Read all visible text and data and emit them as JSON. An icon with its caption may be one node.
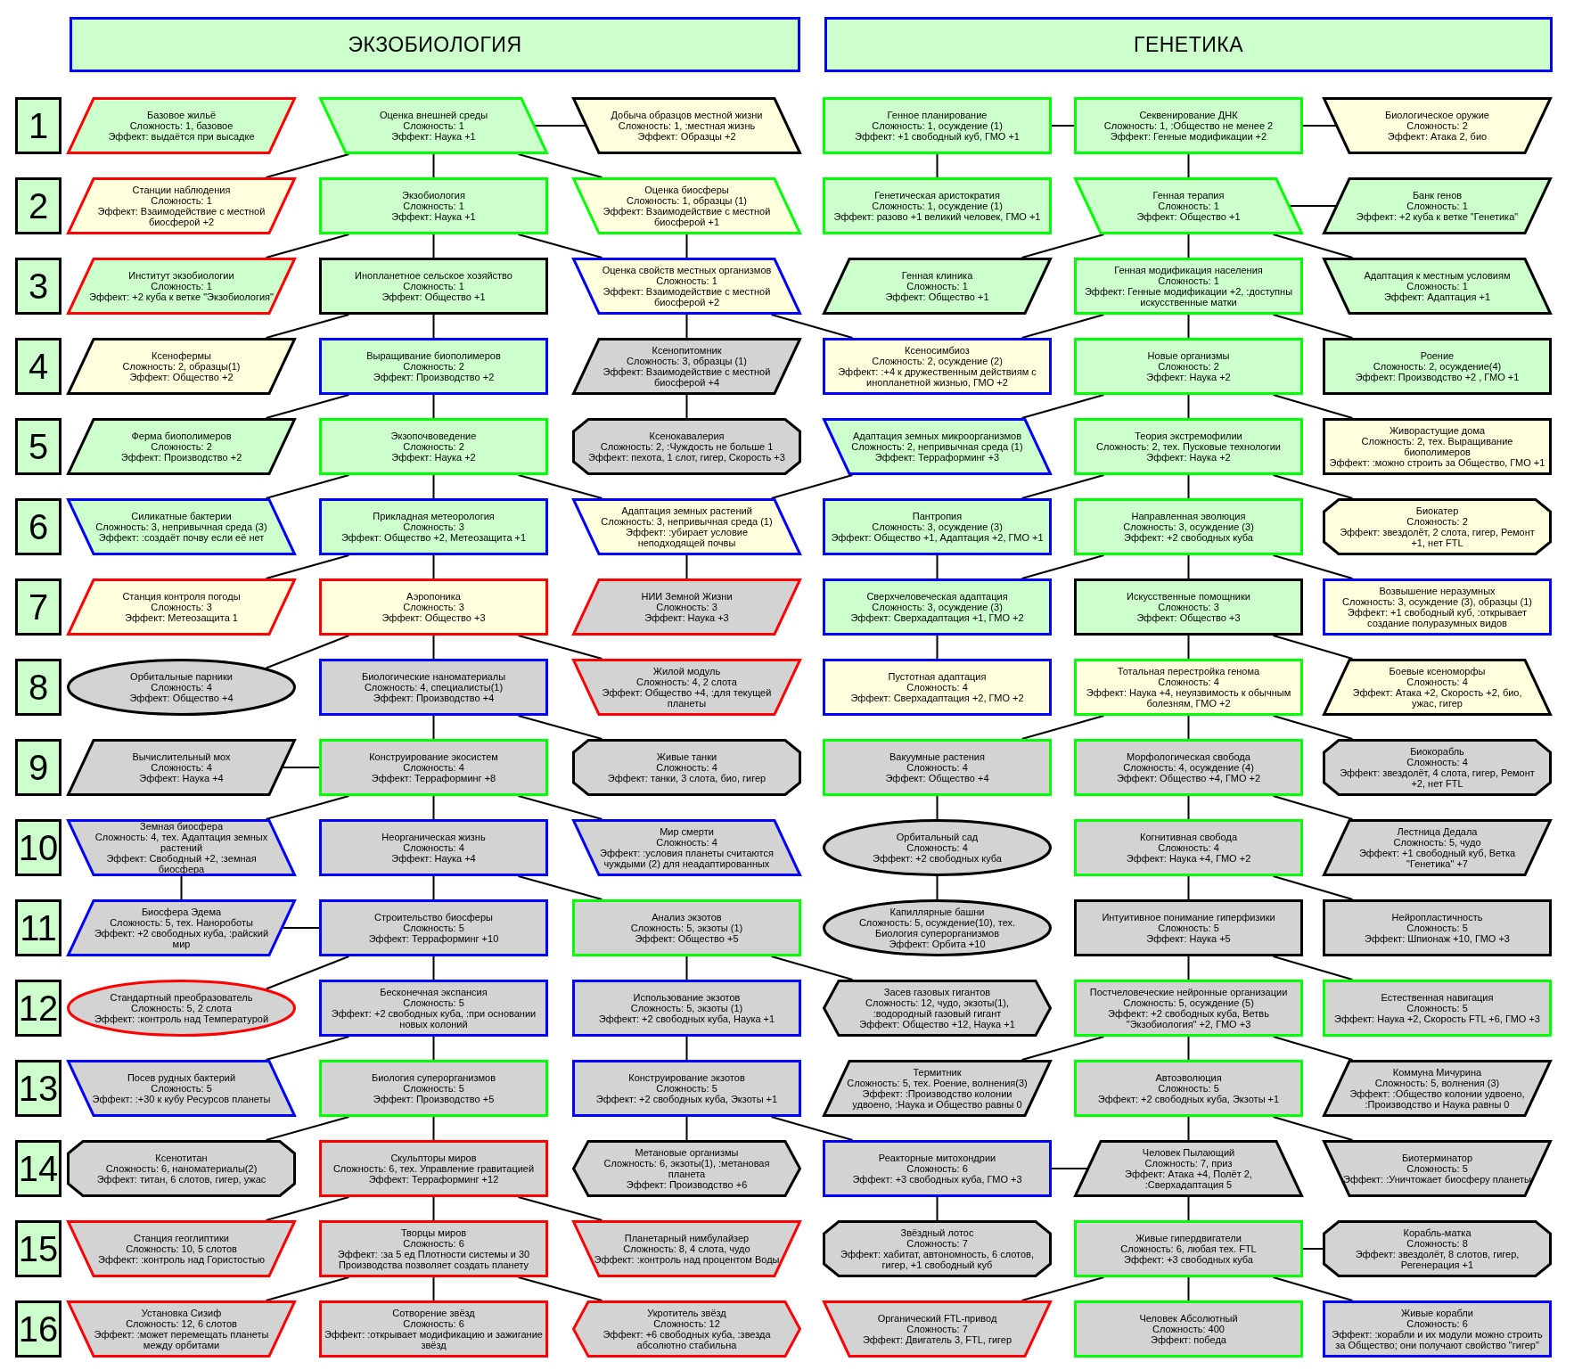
{
  "diagram": {
    "nodes": [
      {
        "text": [
          "ЭКЗОБИОЛОГИЯ"
        ]
      },
      {
        "text": [
          "ГЕНЕТИКА"
        ]
      },
      {
        "text": [
          "1"
        ]
      },
      {
        "text": [
          "2"
        ]
      },
      {
        "text": [
          "3"
        ]
      },
      {
        "text": [
          "4"
        ]
      },
      {
        "text": [
          "5"
        ]
      },
      {
        "text": [
          "6"
        ]
      },
      {
        "text": [
          "7"
        ]
      },
      {
        "text": [
          "8"
        ]
      },
      {
        "text": [
          "9"
        ]
      },
      {
        "text": [
          "10"
        ]
      },
      {
        "text": [
          "11"
        ]
      },
      {
        "text": [
          "12"
        ]
      },
      {
        "text": [
          "13"
        ]
      },
      {
        "text": [
          "14"
        ]
      },
      {
        "text": [
          "15"
        ]
      },
      {
        "text": [
          "16"
        ]
      },
      {
        "text": [
          "Базовое жильё",
          "Сложность: 1, базовое",
          "Эффект: выдаётся при высадке"
        ]
      },
      {
        "text": [
          "Оценка внешней среды",
          "Сложность: 1",
          "Эффект: Наука +1"
        ]
      },
      {
        "text": [
          "Добыча образцов местной жизни",
          "Сложность: 1, :местная жизнь",
          "Эффект: Образцы +2"
        ]
      },
      {
        "text": [
          "Генное планирование",
          "Сложность: 1, осуждение (1)",
          "Эффект: +1 свободный куб, ГМО +1"
        ]
      },
      {
        "text": [
          "Секвенирование ДНК",
          "Сложность: 1, :Общество не менее 2",
          "Эффект: Генные модификации +2"
        ]
      },
      {
        "text": [
          "Биологическое оружие",
          "Сложность: 2",
          "Эффект: Атака 2, био"
        ]
      },
      {
        "text": [
          "Станции наблюдения",
          "Сложность: 1",
          "Эффект: Взаимодействие с местной биосферой +2"
        ]
      },
      {
        "text": [
          "Экзобиология",
          "Сложность: 1",
          "Эффект: Наука +1"
        ]
      },
      {
        "text": [
          "Оценка биосферы",
          "Сложность: 1, образцы (1)",
          "Эффект: Взаимодействие с местной биосферой +1"
        ]
      },
      {
        "text": [
          "Генетическая аристократия",
          "Сложность: 1, осуждение (1)",
          "Эффект: разово +1 великий человек, ГМО +1"
        ]
      },
      {
        "text": [
          "Генная терапия",
          "Сложность: 1",
          "Эффект: Общество +1"
        ]
      },
      {
        "text": [
          "Банк генов",
          "Сложность: 1",
          "Эффект: +2 куба к ветке \"Генетика\""
        ]
      },
      {
        "text": [
          "Институт экзобиологии",
          "Сложность: 1",
          "Эффект: +2 куба к ветке \"Экзобиология\""
        ]
      },
      {
        "text": [
          "Инопланетное сельское хозяйство",
          "Сложность: 1",
          "Эффект: Общество +1"
        ]
      },
      {
        "text": [
          "Оценка свойств местных организмов",
          "Сложность: 1",
          "Эффект: Взаимодействие с местной биосферой +2"
        ]
      },
      {
        "text": [
          "Генная клиника",
          "Сложность: 1",
          "Эффект: Общество +1"
        ]
      },
      {
        "text": [
          "Генная модификация населения",
          "Сложность: 1",
          "Эффект: Генные модификации +2, :доступны искусственные матки"
        ]
      },
      {
        "text": [
          "Адаптация к местным условиям",
          "Сложность: 1",
          "Эффект: Адаптация +1"
        ]
      },
      {
        "text": [
          "Ксенофермы",
          "Сложность: 2, образцы(1)",
          "Эффект: Общество +2"
        ]
      },
      {
        "text": [
          "Выращивание биополимеров",
          "Сложность: 2",
          "Эффект: Производство +2"
        ]
      },
      {
        "text": [
          "Ксенопитомник",
          "Сложность: 3, образцы (1)",
          "Эффект: Взаимодействие с местной биосферой +4"
        ]
      },
      {
        "text": [
          "Ксеносимбиоз",
          "Сложность: 2, осуждение (2)",
          "Эффект: :+4 к дружественным действиям с инопланетной жизнью, ГМО +2"
        ]
      },
      {
        "text": [
          "Новые организмы",
          "Сложность: 2",
          "Эффект: Наука +2"
        ]
      },
      {
        "text": [
          "Роение",
          "Сложность: 2, осуждение(4)",
          "Эффект: Производство +2 , ГМО +1"
        ]
      },
      {
        "text": [
          "Ферма биополимеров",
          "Сложность: 2",
          "Эффект: Производство +2"
        ]
      },
      {
        "text": [
          "Экзопочвоведение",
          "Сложность: 2",
          "Эффект: Наука +2"
        ]
      },
      {
        "text": [
          "Ксенокавалерия",
          "Сложность: 2, :Чуждость не больше 1",
          "Эффект: пехота, 1 слот, гигер, Скорость +3"
        ]
      },
      {
        "text": [
          "Адаптация земных микроорганизмов",
          "Сложность: 2, непривычная среда (1)",
          "Эффект: Терраформинг +3"
        ]
      },
      {
        "text": [
          "Теория экстремофилии",
          "Сложность: 2, тех. Пусковые технологии",
          "Эффект: Наука +2"
        ]
      },
      {
        "text": [
          "Живорастущие дома",
          "Сложность: 2, тех. Выращивание биополимеров",
          "Эффект: :можно строить за Общество, ГМО +1"
        ]
      },
      {
        "text": [
          "Силикатные бактерии",
          "Сложность: 3, непривычная среда (3)",
          "Эффект: :создаёт почву если её нет"
        ]
      },
      {
        "text": [
          "Прикладная метеорология",
          "Сложность: 3",
          "Эффект: Общество +2, Метеозащита +1"
        ]
      },
      {
        "text": [
          "Адаптация земных растений",
          "Сложность: 3, непривычная среда (1)",
          "Эффект: :убирает условие неподходящей почвы"
        ]
      },
      {
        "text": [
          "Пантропия",
          "Сложность: 3, осуждение (3)",
          "Эффект: Общество +1, Адаптация +2, ГМО +1"
        ]
      },
      {
        "text": [
          "Направленная эволюция",
          "Сложность: 3, осуждение (3)",
          "Эффект: +2 свободных куба"
        ]
      },
      {
        "text": [
          "Биокатер",
          "Сложность: 2",
          "Эффект: звездолёт, 2 слота, гигер, Ремонт +1, нет FTL"
        ]
      },
      {
        "text": [
          "Станция контроля погоды",
          "Сложность: 3",
          "Эффект: Метеозащита 1"
        ]
      },
      {
        "text": [
          "Аэропоника",
          "Сложность: 3",
          "Эффект: Общество +3"
        ]
      },
      {
        "text": [
          "НИИ Земной Жизни",
          "Сложность: 3",
          "Эффект: Наука +3"
        ]
      },
      {
        "text": [
          "Сверхчеловеческая адаптация",
          "Сложность: 3, осуждение (3)",
          "Эффект: Сверхадаптация +1, ГМО +2"
        ]
      },
      {
        "text": [
          "Искусственные помощники",
          "Сложность: 3",
          "Эффект: Общество +3"
        ]
      },
      {
        "text": [
          "Возвышение неразумных",
          "Сложность: 3, осуждение (3), образцы (1)",
          "Эффект: +1 свободный куб, :открывает создание полуразумных видов"
        ]
      },
      {
        "text": [
          "Орбитальные парники",
          "Сложность: 4",
          "Эффект: Общество +4"
        ]
      },
      {
        "text": [
          "Биологические наноматериалы",
          "Сложность: 4, специалисты(1)",
          "Эффект: Производство +4"
        ]
      },
      {
        "text": [
          "Жилой модуль",
          "Сложность: 4, 2 слота",
          "Эффект: Общество +4, :для текущей планеты"
        ]
      },
      {
        "text": [
          "Пустотная адаптация",
          "Сложность: 4",
          "Эффект: Сверхадаптация +2, ГМО +2"
        ]
      },
      {
        "text": [
          "Тотальная перестройка генома",
          "Сложность: 4",
          "Эффект: Наука +4, неуязвимость к обычным болезням, ГМО +2"
        ]
      },
      {
        "text": [
          "Боевые ксеноморфы",
          "Сложность: 4",
          "Эффект: Атака +2, Скорость +2, био, ужас, гигер"
        ]
      },
      {
        "text": [
          "Вычислительный мох",
          "Сложность: 4",
          "Эффект: Наука +4"
        ]
      },
      {
        "text": [
          "Конструирование экосистем",
          "Сложность: 4",
          "Эффект: Терраформинг +8"
        ]
      },
      {
        "text": [
          "Живые танки",
          "Сложность: 4",
          "Эффект: танки, 3 слота, био, гигер"
        ]
      },
      {
        "text": [
          "Вакуумные растения",
          "Сложность: 4",
          "Эффект: Общество +4"
        ]
      },
      {
        "text": [
          "Морфологическая свобода",
          "Сложность: 4, осуждение (4)",
          "Эффект: Общество +4, ГМО +2"
        ]
      },
      {
        "text": [
          "Биокорабль",
          "Сложность: 4",
          "Эффект: звездолёт, 4 слота, гигер, Ремонт +2, нет FTL"
        ]
      },
      {
        "text": [
          "Земная биосфера",
          "Сложность: 4, тех. Адаптация земных растений",
          "Эффект: Свободный +2, :земная биосфера"
        ]
      },
      {
        "text": [
          "Неорганическая жизнь",
          "Сложность: 4",
          "Эффект: Наука +4"
        ]
      },
      {
        "text": [
          "Мир смерти",
          "Сложность: 4",
          "Эффект: :условия планеты считаются чуждыми (2) для неадаптированных"
        ]
      },
      {
        "text": [
          "Орбитальный сад",
          "Сложность: 4",
          "Эффект: +2 свободных куба"
        ]
      },
      {
        "text": [
          "Когнитивная свобода",
          "Сложность: 4",
          "Эффект: Наука +4, ГМО +2"
        ]
      },
      {
        "text": [
          "Лестница Дедала",
          "Сложность: 5, чудо",
          "Эффект: +1 свободный куб, Ветка \"Генетика\" +7"
        ]
      },
      {
        "text": [
          "Биосфера Эдема",
          "Сложность: 5, тех. Нанороботы",
          "Эффект: +2 свободных куба, :райский мир"
        ]
      },
      {
        "text": [
          "Строительство биосферы",
          "Сложность: 5",
          "Эффект: Терраформинг +10"
        ]
      },
      {
        "text": [
          "Анализ экзотов",
          "Сложность: 5, экзоты (1)",
          "Эффект: Общество +5"
        ]
      },
      {
        "text": [
          "Капиллярные башни",
          "Сложность: 5, осуждение(10), тех. Биология суперорганизмов",
          "Эффект: Орбита +10"
        ]
      },
      {
        "text": [
          "Интуитивное понимание гиперфизики",
          "Сложность: 5",
          "Эффект: Наука +5"
        ]
      },
      {
        "text": [
          "Нейропластичность",
          "Сложность: 5",
          "Эффект: Шпионаж +10, ГМО +3"
        ]
      },
      {
        "text": [
          "Стандартный преобразователь",
          "Сложность: 5, 2 слота",
          "Эффект: :контроль над Температурой"
        ]
      },
      {
        "text": [
          "Бесконечная экспансия",
          "Сложность: 5",
          "Эффект: +2 свободных куба, :при основании новых колоний"
        ]
      },
      {
        "text": [
          "Использование экзотов",
          "Сложность: 5, экзоты (1)",
          "Эффект: +2 свободных куба, Наука +1"
        ]
      },
      {
        "text": [
          "Засев газовых гигантов",
          "Сложность: 12, чудо, экзоты(1), :водородный газовый гигант",
          "Эффект: Общество +12, Наука +1"
        ]
      },
      {
        "text": [
          "Постчеловеческие нейронные организации",
          "Сложность: 5, осуждение (5)",
          "Эффект: +2 свободных куба, Ветвь \"Экзобиология\" +2, ГМО +3"
        ]
      },
      {
        "text": [
          "Естественная навигация",
          "Сложность: 5",
          "Эффект: Наука +2, Скорость FTL +6, ГМО +3"
        ]
      },
      {
        "text": [
          "Посев рудных бактерий",
          "Сложность: 5",
          "Эффект: :+30 к кубу Ресурсов планеты"
        ]
      },
      {
        "text": [
          "Биология суперорганизмов",
          "Сложность: 5",
          "Эффект: Производство +5"
        ]
      },
      {
        "text": [
          "Конструирование экзотов",
          "Сложность: 5",
          "Эффект: +2 свободных куба, Экзоты +1"
        ]
      },
      {
        "text": [
          "Термитник",
          "Сложность: 5, тех. Роение, волнения(3)",
          "Эффект: :Производство колонии удвоено, :Наука и Общество равны 0"
        ]
      },
      {
        "text": [
          "Автоэволюция",
          "Сложность: 5",
          "Эффект: +2 свободных куба, Экзоты +1"
        ]
      },
      {
        "text": [
          "Коммуна Мичурина",
          "Сложность: 5, волнения (3)",
          "Эффект: :Общество колонии удвоено, :Производство и Наука равны 0"
        ]
      },
      {
        "text": [
          "Ксенотитан",
          "Сложность: 6, наноматериалы(2)",
          "Эффект: титан, 6 слотов, гигер, ужас"
        ]
      },
      {
        "text": [
          "Скульпторы миров",
          "Сложность: 6, тех. Управление гравитацией",
          "Эффект: Терраформинг +12"
        ]
      },
      {
        "text": [
          "Метановые организмы",
          "Сложность: 6, экзоты(1), :метановая планета",
          "Эффект: Производство +6"
        ]
      },
      {
        "text": [
          "Реакторные митохондрии",
          "Сложность: 6",
          "Эффект: +3 свободных куба, ГМО +3"
        ]
      },
      {
        "text": [
          "Человек Пылающий",
          "Сложность: 7, приз",
          "Эффект: Атака +4, Полёт 2, :Сверхадаптация 5"
        ]
      },
      {
        "text": [
          "Биотерминатор",
          "Сложность: 5",
          "Эффект: :Уничтожает биосферу планеты"
        ]
      },
      {
        "text": [
          "Станция геоглиптики",
          "Сложность: 10, 5 слотов",
          "Эффект: :контроль над Гористостью"
        ]
      },
      {
        "text": [
          "Творцы миров",
          "Сложность: 6",
          "Эффект: :за 5 ед Плотности системы и 30 Производства позволяет создать планету"
        ]
      },
      {
        "text": [
          "Планетарный нимбулайзер",
          "Сложность: 8, 4 слота, чудо",
          "Эффект: :контроль над процентом Воды"
        ]
      },
      {
        "text": [
          "Звёздный лотос",
          "Сложность: 7",
          "Эффект: хабитат, автономность, 6 слотов, гигер, +1 свободный куб"
        ]
      },
      {
        "text": [
          "Живые гипердвигатели",
          "Сложность: 6, любая тех. FTL",
          "Эффект: +3 свободных куба"
        ]
      },
      {
        "text": [
          "Корабль-матка",
          "Сложность: 8",
          "Эффект: звездолёт, 8 слотов, гигер, Регенерация +1"
        ]
      },
      {
        "text": [
          "Установка Сизиф",
          "Сложность: 12, 6 слотов",
          "Эффект: :может перемещать планеты между орбитами"
        ]
      },
      {
        "text": [
          "Сотворение звёзд",
          "Сложность: 6",
          "Эффект: :открывает модификацию и зажигание звёзд"
        ]
      },
      {
        "text": [
          "Укротитель звёзд",
          "Сложность: 12",
          "Эффект: +6 свободных куба, :звезда абсолютно стабильна"
        ]
      },
      {
        "text": [
          "Органический FTL-привод",
          "Сложность: 7",
          "Эффект: Двигатель 3, FTL, гигер"
        ]
      },
      {
        "text": [
          "Человек Абсолютный",
          "Сложность: 400",
          "Эффект: победа"
        ]
      },
      {
        "text": [
          "Живые корабли",
          "Сложность: 6",
          "Эффект: :корабли и их модули можно строить за Общество; они получают свойство \"гигер\""
        ]
      }
    ],
    "edges": [
      {
        "from": 19,
        "to": 20,
        "arrow": "none"
      },
      {
        "from": 21,
        "to": 22,
        "arrow": "none"
      },
      {
        "from": 22,
        "to": 23,
        "arrow": "none"
      },
      {
        "from": 19,
        "to": 24,
        "arrow": "none"
      },
      {
        "from": 19,
        "to": 25,
        "arrow": "none"
      },
      {
        "from": 19,
        "to": 26,
        "arrow": "none"
      },
      {
        "from": 21,
        "to": 27,
        "arrow": "none"
      },
      {
        "from": 22,
        "to": 28,
        "arrow": "none"
      },
      {
        "from": 28,
        "to": 29,
        "arrow": "none"
      },
      {
        "from": 25,
        "to": 30,
        "arrow": "none"
      },
      {
        "from": 25,
        "to": 31,
        "arrow": "none"
      },
      {
        "from": 25,
        "to": 32,
        "arrow": "none"
      },
      {
        "from": 26,
        "to": 32,
        "arrow": "none"
      },
      {
        "from": 28,
        "to": 33,
        "arrow": "none"
      },
      {
        "from": 28,
        "to": 34,
        "arrow": "none"
      },
      {
        "from": 28,
        "to": 35,
        "arrow": "none"
      },
      {
        "from": 31,
        "to": 36,
        "arrow": "none"
      },
      {
        "from": 31,
        "to": 37,
        "arrow": "none"
      },
      {
        "from": 32,
        "to": 38,
        "arrow": "none"
      },
      {
        "from": 32,
        "to": 39,
        "arrow": "none"
      },
      {
        "from": 34,
        "to": 39,
        "arrow": "none"
      },
      {
        "from": 34,
        "to": 40,
        "arrow": "none"
      },
      {
        "from": 34,
        "to": 41,
        "arrow": "none"
      },
      {
        "from": 37,
        "to": 42,
        "arrow": "none"
      },
      {
        "from": 37,
        "to": 43,
        "arrow": "none"
      },
      {
        "from": 38,
        "to": 44,
        "arrow": "none"
      },
      {
        "from": 40,
        "to": 45,
        "arrow": "none"
      },
      {
        "from": 40,
        "to": 46,
        "arrow": "none"
      },
      {
        "from": 40,
        "to": 47,
        "arrow": "none"
      },
      {
        "from": 43,
        "to": 48,
        "arrow": "none"
      },
      {
        "from": 43,
        "to": 49,
        "arrow": "none"
      },
      {
        "from": 43,
        "to": 50,
        "arrow": "none"
      },
      {
        "from": 45,
        "to": 50,
        "arrow": "none"
      },
      {
        "from": 46,
        "to": 51,
        "arrow": "none"
      },
      {
        "from": 46,
        "to": 52,
        "arrow": "none"
      },
      {
        "from": 46,
        "to": 53,
        "arrow": "none"
      },
      {
        "from": 49,
        "to": 54,
        "arrow": "none"
      },
      {
        "from": 49,
        "to": 55,
        "arrow": "none"
      },
      {
        "from": 50,
        "to": 56,
        "arrow": "none"
      },
      {
        "from": 51,
        "to": 57,
        "arrow": "none"
      },
      {
        "from": 52,
        "to": 57,
        "arrow": "none"
      },
      {
        "from": 52,
        "to": 58,
        "arrow": "none"
      },
      {
        "from": 52,
        "to": 59,
        "arrow": "none"
      },
      {
        "from": 55,
        "to": 60,
        "arrow": "none"
      },
      {
        "from": 55,
        "to": 61,
        "arrow": "none"
      },
      {
        "from": 55,
        "to": 62,
        "arrow": "none"
      },
      {
        "from": 57,
        "to": 63,
        "arrow": "none"
      },
      {
        "from": 58,
        "to": 64,
        "arrow": "none"
      },
      {
        "from": 58,
        "to": 65,
        "arrow": "none"
      },
      {
        "from": 61,
        "to": 67,
        "arrow": "none"
      },
      {
        "from": 61,
        "to": 68,
        "arrow": "none"
      },
      {
        "from": 66,
        "to": 67,
        "arrow": "none"
      },
      {
        "from": 64,
        "to": 69,
        "arrow": "none"
      },
      {
        "from": 64,
        "to": 70,
        "arrow": "none"
      },
      {
        "from": 64,
        "to": 71,
        "arrow": "none"
      },
      {
        "from": 67,
        "to": 72,
        "arrow": "none"
      },
      {
        "from": 67,
        "to": 73,
        "arrow": "none"
      },
      {
        "from": 67,
        "to": 74,
        "arrow": "none"
      },
      {
        "from": 69,
        "to": 75,
        "arrow": "none"
      },
      {
        "from": 70,
        "to": 76,
        "arrow": "none"
      },
      {
        "from": 70,
        "to": 77,
        "arrow": "none"
      },
      {
        "from": 72,
        "to": 78,
        "arrow": "none"
      },
      {
        "from": 73,
        "to": 79,
        "arrow": "none"
      },
      {
        "from": 73,
        "to": 80,
        "arrow": "none"
      },
      {
        "from": 78,
        "to": 79,
        "arrow": "none"
      },
      {
        "from": 75,
        "to": 81,
        "arrow": "none"
      },
      {
        "from": 76,
        "to": 82,
        "arrow": "none"
      },
      {
        "from": 76,
        "to": 83,
        "arrow": "none"
      },
      {
        "from": 79,
        "to": 84,
        "arrow": "none"
      },
      {
        "from": 79,
        "to": 85,
        "arrow": "none"
      },
      {
        "from": 80,
        "to": 86,
        "arrow": "none"
      },
      {
        "from": 80,
        "to": 87,
        "arrow": "none"
      },
      {
        "from": 82,
        "to": 88,
        "arrow": "none"
      },
      {
        "from": 82,
        "to": 89,
        "arrow": "none"
      },
      {
        "from": 85,
        "to": 90,
        "arrow": "none"
      },
      {
        "from": 85,
        "to": 91,
        "arrow": "none"
      },
      {
        "from": 86,
        "to": 92,
        "arrow": "none"
      },
      {
        "from": 88,
        "to": 93,
        "arrow": "none"
      },
      {
        "from": 88,
        "to": 94,
        "arrow": "none"
      },
      {
        "from": 88,
        "to": 95,
        "arrow": "none"
      },
      {
        "from": 91,
        "to": 96,
        "arrow": "none"
      },
      {
        "from": 91,
        "to": 97,
        "arrow": "none"
      },
      {
        "from": 92,
        "to": 98,
        "arrow": "none"
      },
      {
        "from": 92,
        "to": 99,
        "arrow": "none"
      },
      {
        "from": 94,
        "to": 100,
        "arrow": "none"
      },
      {
        "from": 94,
        "to": 101,
        "arrow": "none"
      },
      {
        "from": 99,
        "to": 100,
        "arrow": "none"
      },
      {
        "from": 97,
        "to": 102,
        "arrow": "none"
      },
      {
        "from": 97,
        "to": 103,
        "arrow": "none"
      },
      {
        "from": 97,
        "to": 104,
        "arrow": "none"
      },
      {
        "from": 99,
        "to": 105,
        "arrow": "none"
      },
      {
        "from": 100,
        "to": 106,
        "arrow": "none"
      },
      {
        "from": 106,
        "to": 107,
        "arrow": "none"
      },
      {
        "from": 103,
        "to": 108,
        "arrow": "none"
      },
      {
        "from": 103,
        "to": 109,
        "arrow": "none"
      },
      {
        "from": 103,
        "to": 110,
        "arrow": "none"
      },
      {
        "from": 106,
        "to": 111,
        "arrow": "none"
      },
      {
        "from": 106,
        "to": 112,
        "arrow": "none"
      },
      {
        "from": 106,
        "to": 113,
        "arrow": "none"
      }
    ]
  }
}
